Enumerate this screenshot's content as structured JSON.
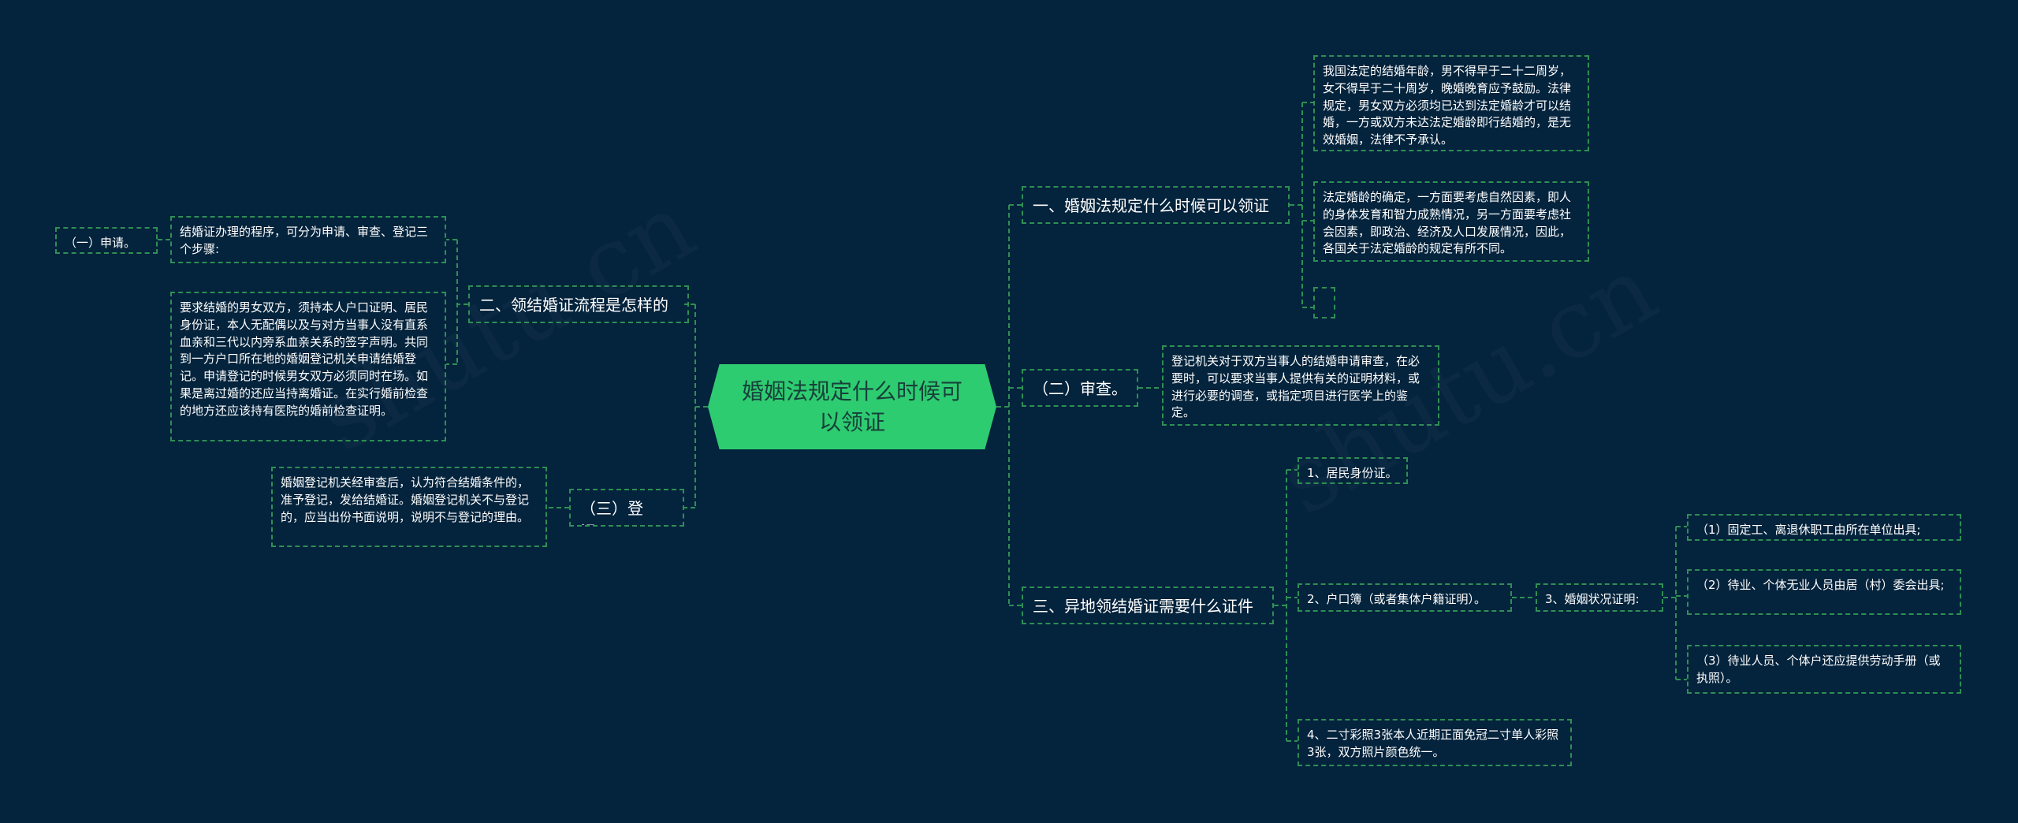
{
  "root": "婚姻法规定什么时候可以领证",
  "right": {
    "b1": {
      "title": "一、婚姻法规定什么时候可以领证",
      "c1": "我国法定的结婚年龄，男不得早于二十二周岁，女不得早于二十周岁，晚婚晚育应予鼓励。法律规定，男女双方必须均已达到法定婚龄才可以结婚，一方或双方未达法定婚龄即行结婚的，是无效婚姻，法律不予承认。",
      "c2": "法定婚龄的确定，一方面要考虑自然因素，即人的身体发育和智力成熟情况，另一方面要考虑社会因素，即政治、经济及人口发展情况，因此，各国关于法定婚龄的规定有所不同。",
      "c3": ""
    },
    "b2": {
      "title": "（二）审查。",
      "c1": "登记机关对于双方当事人的结婚申请审查，在必要时，可以要求当事人提供有关的证明材料，或进行必要的调查，或指定项目进行医学上的鉴定。"
    },
    "b3": {
      "title": "三、异地领结婚证需要什么证件",
      "c1": "1、居民身份证。",
      "c2": "2、户口簿（或者集体户籍证明）。",
      "c3": "3、婚姻状况证明:",
      "c3a": "（1）固定工、离退休职工由所在单位出具;",
      "c3b": "（2）待业、个体无业人员由居（村）委会出具;",
      "c3c": "（3）待业人员、个体户还应提供劳动手册（或执照）。",
      "c4": "4、二寸彩照3张本人近期正面免冠二寸单人彩照3张，双方照片颜色统一。"
    }
  },
  "left": {
    "b1": {
      "title": "二、领结婚证流程是怎样的",
      "c1": "结婚证办理的程序，可分为申请、审查、登记三个步骤:",
      "c1a": "（一）申请。",
      "c2": "要求结婚的男女双方，须持本人户口证明、居民身份证，本人无配偶以及与对方当事人没有直系血亲和三代以内旁系血亲关系的签字声明。共同到一方户口所在地的婚姻登记机关申请结婚登记。申请登记的时候男女双方必须同时在场。如果是离过婚的还应当持离婚证。在实行婚前检查的地方还应该持有医院的婚前检查证明。"
    },
    "b2": {
      "title": "（三）登记。",
      "c1": "婚姻登记机关经审查后，认为符合结婚条件的，准予登记，发给结婚证。婚姻登记机关不与登记的，应当出份书面说明，说明不与登记的理由。"
    }
  },
  "colors": {
    "background": "#04233c",
    "root": "#2ecc71",
    "line": "#2e8f55"
  }
}
